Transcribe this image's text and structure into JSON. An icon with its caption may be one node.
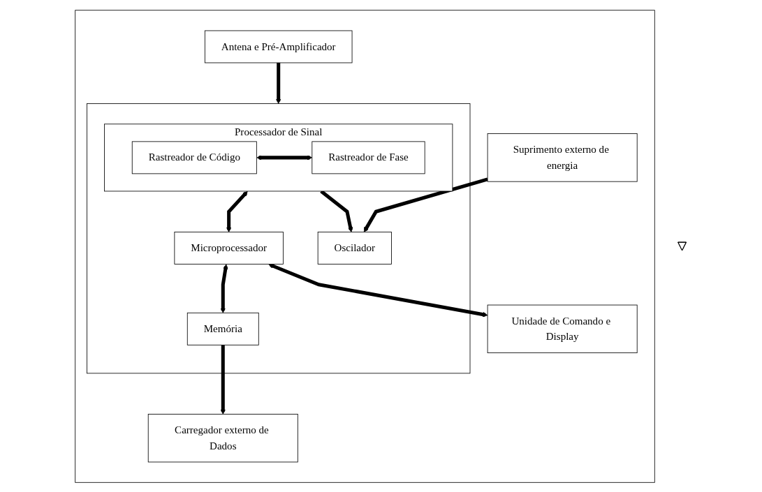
{
  "diagram": {
    "nodes": [
      {
        "text": [],
        "shape": "triangle"
      },
      {
        "text": [],
        "shape": "box"
      },
      {
        "text": [
          "Antena e Pré-Amplificador"
        ],
        "in": 1
      },
      {
        "text": [],
        "shape": "box",
        "in": 1
      },
      {
        "text": [
          "Processador de Sinal"
        ],
        "in": 3
      },
      {
        "text": [
          "Rastreador de Código"
        ],
        "in": 4
      },
      {
        "text": [
          "Rastreador de Fase"
        ],
        "in": 4
      },
      {
        "text": [
          "Oscilador"
        ],
        "in": 3
      },
      {
        "text": [
          "Microprocessador"
        ],
        "in": 3
      },
      {
        "text": [
          "Memória"
        ],
        "in": 3
      },
      {
        "text": [
          "Suprimento externo de energia"
        ],
        "in": 1
      },
      {
        "text": [
          "Unidade de Comando e Display"
        ],
        "in": 1
      },
      {
        "text": [
          "Carregador externo de Dados"
        ],
        "in": 1
      }
    ],
    "edges": [
      {
        "from": 2,
        "to": 3,
        "arrow": "to"
      },
      {
        "from": 5,
        "to": 6,
        "arrow": "both"
      },
      {
        "from": 4,
        "to": 7,
        "arrow": "to"
      },
      {
        "from": 4,
        "to": 8,
        "arrow": "both"
      },
      {
        "from": 8,
        "to": 9,
        "arrow": "both"
      },
      {
        "from": 10,
        "to": 7,
        "arrow": "to"
      },
      {
        "from": 8,
        "to": 11,
        "arrow": "both"
      },
      {
        "from": 9,
        "to": 12,
        "arrow": "to"
      }
    ]
  }
}
